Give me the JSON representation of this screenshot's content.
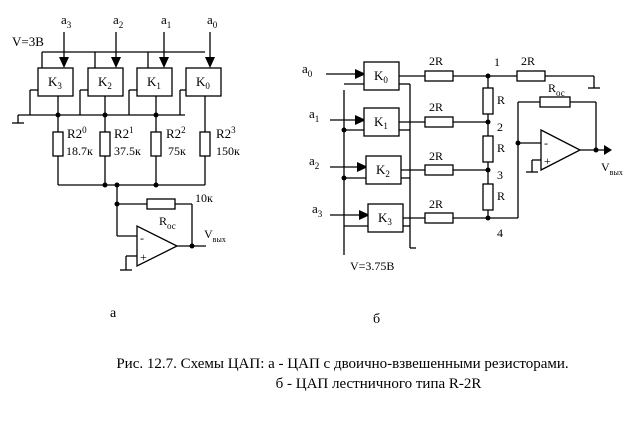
{
  "figure_a": {
    "supply": "V=3B",
    "inputs": [
      {
        "sub": "3",
        "pre": "a"
      },
      {
        "sub": "2",
        "pre": "a"
      },
      {
        "sub": "1",
        "pre": "a"
      },
      {
        "sub": "0",
        "pre": "a"
      }
    ],
    "switches": [
      {
        "pre": "K",
        "sub": "3"
      },
      {
        "pre": "K",
        "sub": "2"
      },
      {
        "pre": "K",
        "sub": "1"
      },
      {
        "pre": "K",
        "sub": "0"
      }
    ],
    "resistors": [
      {
        "pre": "R2",
        "exp": "0",
        "value": "18.7к"
      },
      {
        "pre": "R2",
        "exp": "1",
        "value": "37.5к"
      },
      {
        "pre": "R2",
        "exp": "2",
        "value": "75к"
      },
      {
        "pre": "R2",
        "exp": "3",
        "value": "150к"
      }
    ],
    "feedback_value": "10к",
    "feedback_label": {
      "pre": "R",
      "sub": "ос"
    },
    "minus": "-",
    "plus": "+",
    "output": {
      "pre": "V",
      "sub": "вых"
    },
    "letter": "а"
  },
  "figure_b": {
    "inputs": [
      {
        "pre": "a",
        "sub": "0"
      },
      {
        "pre": "a",
        "sub": "1"
      },
      {
        "pre": "a",
        "sub": "2"
      },
      {
        "pre": "a",
        "sub": "3"
      }
    ],
    "switches": [
      {
        "pre": "K",
        "sub": "0"
      },
      {
        "pre": "K",
        "sub": "1"
      },
      {
        "pre": "K",
        "sub": "2"
      },
      {
        "pre": "K",
        "sub": "3"
      }
    ],
    "series_label": "2R",
    "top_label": "2R",
    "ladder_label": "R",
    "nodes": [
      "1",
      "2",
      "3",
      "4"
    ],
    "feedback_label": {
      "pre": "R",
      "sub": "ос"
    },
    "minus": "-",
    "plus": "+",
    "output": {
      "pre": "V",
      "sub": "вых"
    },
    "supply": "V=3.75B",
    "letter": "б"
  },
  "caption": {
    "line1": "Рис. 12.7. Схемы ЦАП:  а - ЦАП с двоично-взвешенными резисторами.",
    "line2": "б - ЦАП лестничного типа R-2R"
  }
}
